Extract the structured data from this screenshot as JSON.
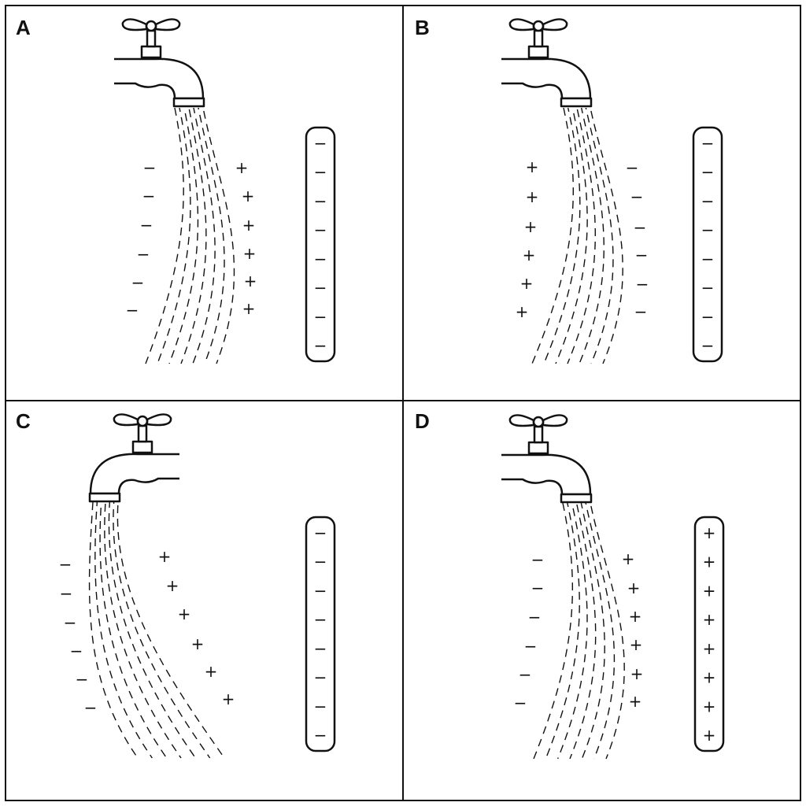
{
  "colors": {
    "ink": "#111111",
    "background": "#ffffff"
  },
  "panels": [
    {
      "label": "A",
      "stream_direction": "bends toward the rod",
      "left_charges": [
        "−",
        "−",
        "−",
        "−",
        "−",
        "−"
      ],
      "right_charges": [
        "+",
        "+",
        "+",
        "+",
        "+",
        "+"
      ],
      "rod_charges": [
        "−",
        "−",
        "−",
        "−",
        "−",
        "−",
        "−",
        "−"
      ]
    },
    {
      "label": "B",
      "stream_direction": "bends away from the rod",
      "left_charges": [
        "+",
        "+",
        "+",
        "+",
        "+",
        "+"
      ],
      "right_charges": [
        "−",
        "−",
        "−",
        "−",
        "−",
        "−"
      ],
      "rod_charges": [
        "−",
        "−",
        "−",
        "−",
        "−",
        "−",
        "−",
        "−"
      ]
    },
    {
      "label": "C",
      "stream_direction": "bends toward the rod",
      "left_charges": [
        "−",
        "−",
        "−",
        "−",
        "−",
        "−"
      ],
      "right_charges": [
        "+",
        "+",
        "+",
        "+",
        "+",
        "+"
      ],
      "rod_charges": [
        "−",
        "−",
        "−",
        "−",
        "−",
        "−",
        "−",
        "−"
      ]
    },
    {
      "label": "D",
      "stream_direction": "bends away from the rod",
      "left_charges": [
        "−",
        "−",
        "−",
        "−",
        "−",
        "−"
      ],
      "right_charges": [
        "+",
        "+",
        "+",
        "+",
        "+",
        "+"
      ],
      "rod_charges": [
        "+",
        "+",
        "+",
        "+",
        "+",
        "+",
        "+",
        "+"
      ]
    }
  ]
}
